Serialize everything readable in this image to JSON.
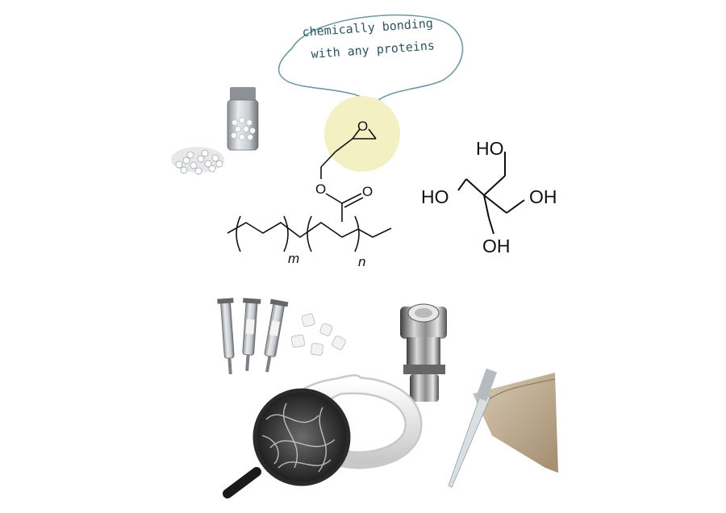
{
  "callout": {
    "line1": "chemically bonding",
    "line2": "with any proteins"
  },
  "polymer": {
    "epoxide_oxygen": "O",
    "ester_oxygen": "O",
    "carbonyl_oxygen": "O",
    "subscript_m": "m",
    "subscript_n": "n"
  },
  "crosslinker": {
    "top": "HO",
    "left": "HO",
    "right": "OH",
    "bottom": "OH"
  },
  "colors": {
    "callout_stroke": "#6f9aa3",
    "callout_text": "#2d5560",
    "epoxide_highlight": "#f3f1c4",
    "bond": "#111111"
  },
  "icons": [
    "vial-with-beads-icon",
    "spin-columns-icon",
    "monolith-pellets-icon",
    "column-fitting-icon",
    "magnifier-sem-icon",
    "gloved-hand-pipette-icon"
  ]
}
